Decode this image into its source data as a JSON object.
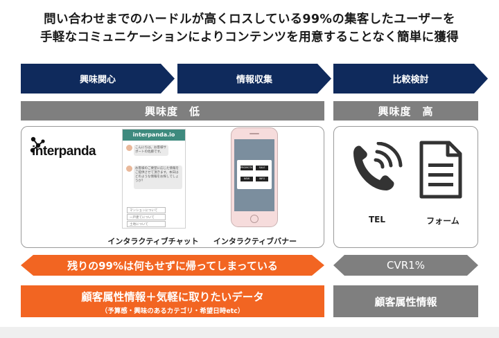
{
  "header": {
    "line1": "問い合わせまでのハードルが高くロスしている99%の集客したユーザーを",
    "line2": "手軽なコミュニケーションによりコンテンツを用意することなく簡単に獲得"
  },
  "stages": [
    "興味関心",
    "情報収集",
    "比較検討"
  ],
  "interest": {
    "low": "興味度　低",
    "high": "興味度　高"
  },
  "left_panel": {
    "logo_text": "interpanda",
    "chat": {
      "header": "interpanda.io",
      "bubble1": "こんにちは。お客様サポートの佐藤です。",
      "bubble2": "お客様のご要望に応じた情報をご提供させて頂きます。本日はどのような情報をお探しでしょうか？",
      "options": [
        "マンションについて",
        "一戸建てについて",
        "土地について"
      ],
      "caption": "インタラクティブチャット"
    },
    "banner": {
      "buttons": [
        "PROMOTION",
        "SALE",
        "NEW",
        "INFO"
      ],
      "caption": "インタラクティブバナー"
    }
  },
  "right_panel": {
    "tel_label": "TEL",
    "form_label": "フォーム"
  },
  "bottom": {
    "loss_text": "残りの99%は何もせずに帰ってしまっている",
    "cvr_text": "CVR1%",
    "gain_main": "顧客属性情報＋気軽に取りたいデータ",
    "gain_sub": "（予算感・興味のあるカテゴリ・希望日時etc）",
    "customer_info": "顧客属性情報"
  },
  "colors": {
    "navy": "#0f2a5c",
    "orange": "#f26522",
    "gray": "#7f7f7f"
  }
}
